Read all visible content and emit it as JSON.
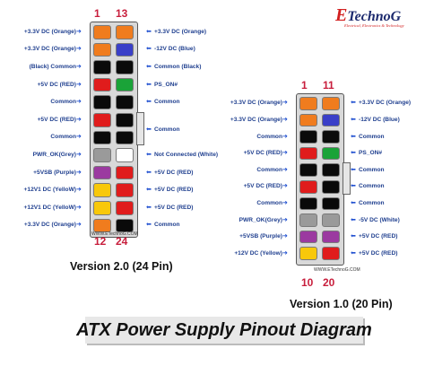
{
  "logo": {
    "initial": "E",
    "name": "TechnoG",
    "tagline": "Electrical, Electronics & Technology"
  },
  "title": "ATX Power Supply Pinout Diagram",
  "colors": {
    "orange": "#f07c1e",
    "blue": "#3a3fc8",
    "black": "#0a0a0a",
    "red": "#e01c1c",
    "green": "#1aa338",
    "grey": "#9a9a9a",
    "white": "#ffffff",
    "purple": "#9b3aa0",
    "yellow": "#f8c80a"
  },
  "connector_24": {
    "version_label": "Version 2.0 (24 Pin)",
    "top_left_num": "1",
    "top_right_num": "13",
    "bottom_left_num": "12",
    "bottom_right_num": "24",
    "watermark": "WWW.ETechnoG.COM",
    "left_labels": [
      "+3.3V DC (Orange)",
      "+3.3V DC (Orange)",
      "(Black) Common",
      "+5V DC (RED)",
      "Common",
      "+5V DC (RED)",
      "Common",
      "PWR_OK(Grey)",
      "+5VSB (Purple)",
      "+12V1 DC (YelloW)",
      "+12V1 DC (YelloW)",
      "+3.3V DC (Orange)"
    ],
    "right_labels": [
      "+3.3V DC (Orange)",
      "-12V DC (Blue)",
      "Common (Black)",
      "PS_ON#",
      "Common",
      "Common",
      "Not Connected (White)",
      "+5V DC (RED)",
      "+5V DC (RED)",
      "+5V DC (RED)",
      "Common"
    ],
    "left_colors": [
      "orange",
      "orange",
      "black",
      "red",
      "black",
      "red",
      "black",
      "grey",
      "purple",
      "yellow",
      "yellow",
      "orange"
    ],
    "right_colors": [
      "orange",
      "blue",
      "black",
      "green",
      "black",
      "black",
      "black",
      "white",
      "red",
      "red",
      "red",
      "black"
    ]
  },
  "connector_20": {
    "version_label": "Version 1.0  (20 Pin)",
    "top_left_num": "1",
    "top_right_num": "11",
    "bottom_left_num": "10",
    "bottom_right_num": "20",
    "watermark": "WWW.ETechnoG.COM",
    "left_labels": [
      "+3.3V DC (Orange)",
      "+3.3V DC (Orange)",
      "Common",
      "+5V DC (RED)",
      "Common",
      "+5V DC (RED)",
      "Common",
      "PWR_OK(Grey)",
      "+5VSB (Purple)",
      "+12V DC (Yellow)"
    ],
    "right_labels": [
      "+3.3V DC (Orange)",
      "-12V DC (Blue)",
      "Common",
      "PS_ON#",
      "Common",
      "Common",
      "Common",
      "-5V DC (White)",
      "+5V DC (RED)",
      "+5V DC (RED)"
    ],
    "left_colors": [
      "orange",
      "orange",
      "black",
      "red",
      "black",
      "red",
      "black",
      "grey",
      "purple",
      "yellow"
    ],
    "right_colors": [
      "orange",
      "blue",
      "black",
      "green",
      "black",
      "black",
      "black",
      "grey",
      "purple",
      "red"
    ]
  }
}
